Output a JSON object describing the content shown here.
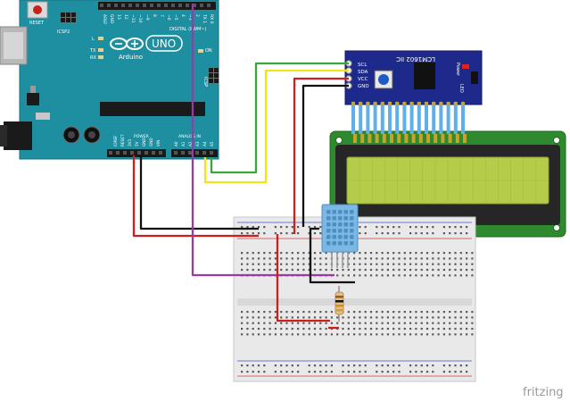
{
  "arduino": {
    "reset_label": "RESET",
    "icsp2_label": "ICSP2",
    "aref_label": "AREF",
    "gnd_label": "GND",
    "digital_pins": [
      "13",
      "12",
      "~11",
      "~10",
      "~9",
      "8",
      "7",
      "~6",
      "~5",
      "4",
      "~3",
      "2",
      "TX 1",
      "RX 0"
    ],
    "digital_label": "DIGITAL (PWM~)",
    "led_l_label": "L",
    "tx_label": "TX",
    "rx_label": "RX",
    "uno_label": "UNO",
    "brand_label": "Arduino",
    "on_label": "ON",
    "icsp_label": "ICSP",
    "power_pins": [
      "IOREF",
      "RESET",
      "3V3",
      "5V",
      "GND",
      "GND",
      "VIN"
    ],
    "power_label": "POWER",
    "analog_pins": [
      "A0",
      "A1",
      "A2",
      "A3",
      "A4",
      "A5"
    ],
    "analog_label": "ANALOG IN"
  },
  "i2c_module": {
    "chip_label": "LCM1602 IIC",
    "pins": [
      "SCL",
      "SDA",
      "VCC",
      "GND"
    ],
    "power_label": "Power",
    "led_label": "LED",
    "bg_color": "#1d2a8c"
  },
  "lcd": {
    "frame_color": "#2f8a2f",
    "screen_color": "#b5cc4a"
  },
  "dht_sensor": {
    "body_color": "#7ab8e6"
  },
  "wires": {
    "scl": "#3aa63a",
    "sda": "#f2e41c",
    "vcc": "#cc1f1f",
    "gnd": "#111111",
    "data": "#9b3aa6"
  },
  "watermark": "fritzing"
}
